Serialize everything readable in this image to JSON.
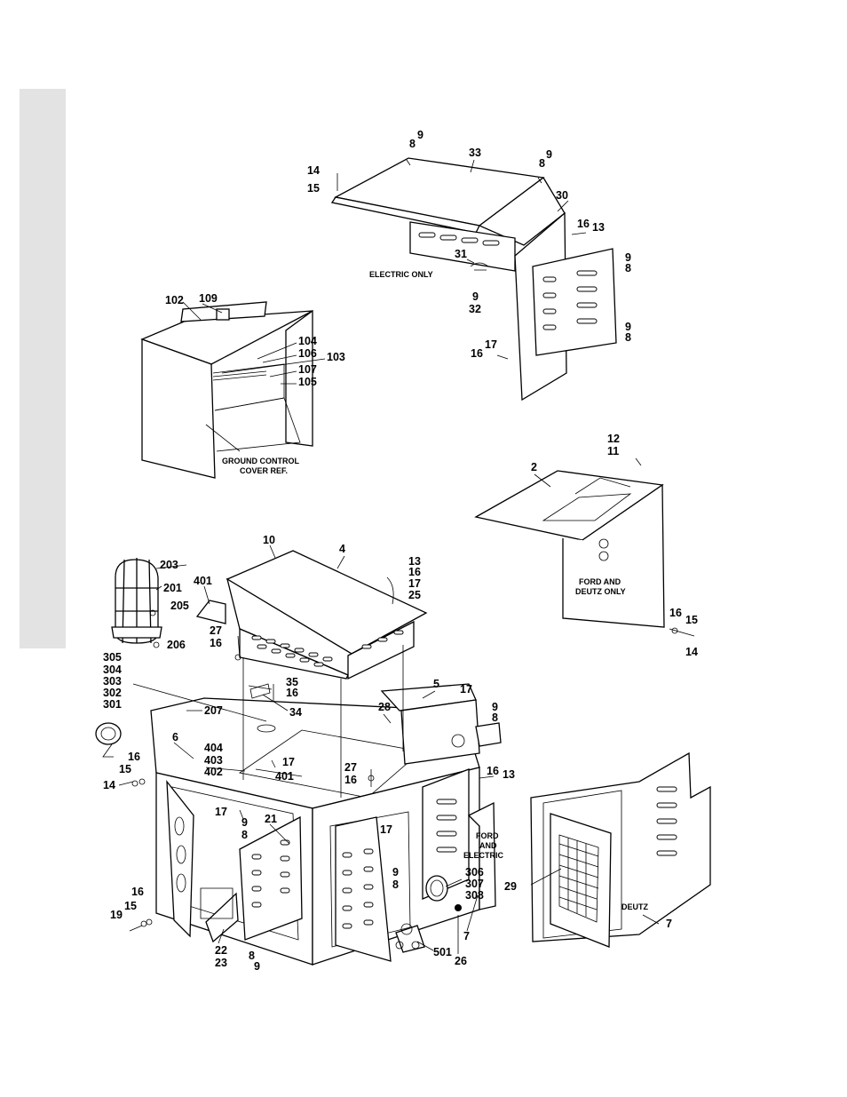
{
  "figure": {
    "tags": {
      "t33": "33",
      "t8a": "8",
      "t9a": "9",
      "t14a": "14",
      "t15a": "15",
      "t8b": "8",
      "t9b": "9",
      "t30": "30",
      "t16a": "16",
      "t13a": "13",
      "t31": "31",
      "t9c": "9",
      "t32": "32",
      "t9d": "9",
      "t8d": "8",
      "t9e": "9",
      "t8e": "8",
      "t17a": "17",
      "t16b": "16",
      "t102": "102",
      "t109": "109",
      "t104": "104",
      "t106": "106",
      "t103": "103",
      "t107": "107",
      "t105": "105",
      "t12": "12",
      "t11": "11",
      "t2": "2",
      "t16c": "16",
      "t15c": "15",
      "t14c": "14",
      "t10": "10",
      "t4": "4",
      "t13b": "13",
      "t16d": "16",
      "t17b": "17",
      "t25": "25",
      "t203": "203",
      "t201": "201",
      "t401a": "401",
      "t205": "205",
      "t206": "206",
      "t27a": "27",
      "t16e": "16",
      "t305": "305",
      "t304": "304",
      "t303": "303",
      "t302": "302",
      "t301": "301",
      "t35": "35",
      "t16f": "16",
      "t34": "34",
      "t207": "207",
      "t5": "5",
      "t17c": "17",
      "t28": "28",
      "t9f": "9",
      "t8f": "8",
      "t6": "6",
      "t404": "404",
      "t403": "403",
      "t402": "402",
      "t17d": "17",
      "t401b": "401",
      "t16g": "16",
      "t15g": "15",
      "t14g": "14",
      "t27b": "27",
      "t16h": "16",
      "t16i": "16",
      "t13c": "13",
      "t17e": "17",
      "t9g": "9",
      "t8g": "8",
      "t21": "21",
      "t17f": "17",
      "t9h": "9",
      "t8h": "8",
      "t306": "306",
      "t307": "307",
      "t308": "308",
      "t7a": "7",
      "t26": "26",
      "t501": "501",
      "t16j": "16",
      "t15j": "15",
      "t19": "19",
      "t22": "22",
      "t23": "23",
      "t8j": "8",
      "t9j": "9",
      "t29": "29",
      "t7b": "7"
    },
    "labels": {
      "electric_only": "ELECTRIC ONLY",
      "ground_control_1": "GROUND CONTROL",
      "ground_control_2": "COVER REF.",
      "ford_deutz_1": "FORD AND",
      "ford_deutz_2": "DEUTZ ONLY",
      "ford_electric_1": "FORD",
      "ford_electric_2": "AND",
      "ford_electric_3": "ELECTRIC",
      "deutz": "DEUTZ"
    }
  }
}
